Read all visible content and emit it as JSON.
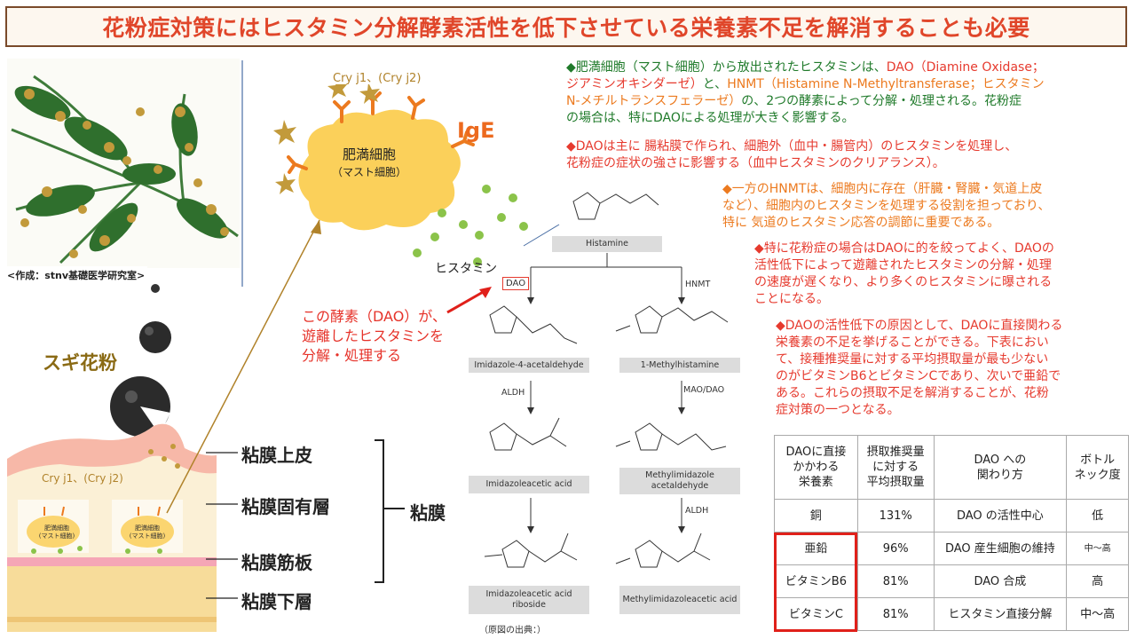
{
  "title": "花粉症対策にはヒスタミン分解酵素活性を低下させている栄養素不足を解消することも必要",
  "credit": "<作成：stnv基礎医学研究室>",
  "left_diagram": {
    "cry_top": "Cry j1、(Cry j2)",
    "ige": "IgE",
    "mast_cell_name": "肥満細胞",
    "mast_cell_sub": "（マスト細胞）",
    "histamine_label": "ヒスタミン",
    "sugi": "スギ花粉",
    "cry_low": "Cry j1、(Cry j2)",
    "mini_cell_name": "肥満細胞",
    "mini_cell_sub": "(マスト細胞)",
    "callout": [
      "この酵素（DAO）が、",
      "遊離したヒスタミンを",
      "分解・処理する"
    ],
    "layers": [
      "粘膜上皮",
      "粘膜固有層",
      "粘膜筋板",
      "粘膜下層"
    ],
    "mucosa": "粘膜"
  },
  "pathway": {
    "histamine": "Histamine",
    "dao": "DAO",
    "hnmt": "HNMT",
    "left": [
      "Imidazole-4-acetaldehyde",
      "Imidazoleacetic acid",
      "Imidazoleacetic acid riboside"
    ],
    "right": [
      "1-Methylhistamine",
      "Methylimidazole acetaldehyde",
      "Methylimidazoleacetic acid"
    ],
    "aldh_left": "ALDH",
    "mao_dao": "MAO/DAO",
    "aldh_right": "ALDH",
    "source": "（原図の出典：）"
  },
  "paragraphs": {
    "p1_lines": [
      [
        {
          "t": "◆肥満細胞（マスト細胞）から放出されたヒスタミンは、",
          "c": "green"
        },
        {
          "t": "DAO（Diamine Oxidase；",
          "c": "red"
        }
      ],
      [
        {
          "t": "ジアミンオキシダーゼ）",
          "c": "red"
        },
        {
          "t": "と、",
          "c": "green"
        },
        {
          "t": "HNMT（Histamine N-Methyltransferase；ヒスタミン",
          "c": "orange"
        }
      ],
      [
        {
          "t": "N-メチルトランスフェラーゼ）",
          "c": "orange"
        },
        {
          "t": "の、2つの酵素によって分解・処理される。花粉症",
          "c": "green"
        }
      ],
      [
        {
          "t": "の場合は、特にDAOによる処理が大きく影響する。",
          "c": "green"
        }
      ]
    ],
    "p2_lines": [
      "◆DAOは主に 腸粘膜で作られ、細胞外（血中・腸管内）のヒスタミンを処理し、",
      "花粉症の症状の強さに影響する（血中ヒスタミンのクリアランス）。"
    ],
    "p3_lines": [
      "◆一方のHNMTは、細胞内に存在（肝臓・腎臓・気道上皮",
      "など）、細胞内のヒスタミンを処理する役割を担っており、",
      "特に 気道のヒスタミン応答の調節に重要である。"
    ],
    "p4_lines": [
      "◆特に花粉症の場合はDAOに的を絞ってよく、DAOの",
      "活性低下によって遊離されたヒスタミンの分解・処理",
      "の速度が遅くなり、より多くのヒスタミンに曝される",
      "ことになる。"
    ],
    "p5_lines": [
      "◆DAOの活性低下の原因として、DAOに直接関わる",
      "栄養素の不足を挙げることができる。下表におい",
      "て、接種推奨量に対する平均摂取量が最も少ない",
      "のがビタミンB6とビタミンCであり、次いで亜鉛で",
      "ある。これらの摂取不足を解消することが、花粉",
      "症対策の一つとなる。"
    ]
  },
  "table": {
    "headers": [
      "DAOに直接かかわる栄養素",
      "摂取推奨量に対する平均摂取量",
      "DAO への関わり方",
      "ボトルネック度"
    ],
    "header_lines": [
      [
        "DAOに直接",
        "かかわる",
        "栄養素"
      ],
      [
        "摂取推奨量",
        "に対する",
        "平均摂取量"
      ],
      [
        "DAO への",
        "関わり方"
      ],
      [
        "ボトル",
        "ネック度"
      ]
    ],
    "rows": [
      [
        "銅",
        "131%",
        "DAO の活性中心",
        "低"
      ],
      [
        "亜鉛",
        "96%",
        "DAO 産生細胞の維持",
        "中～高"
      ],
      [
        "ビタミンB6",
        "81%",
        "DAO 合成",
        "高"
      ],
      [
        "ビタミンC",
        "81%",
        "ヒスタミン直接分解",
        "中～高"
      ]
    ]
  }
}
